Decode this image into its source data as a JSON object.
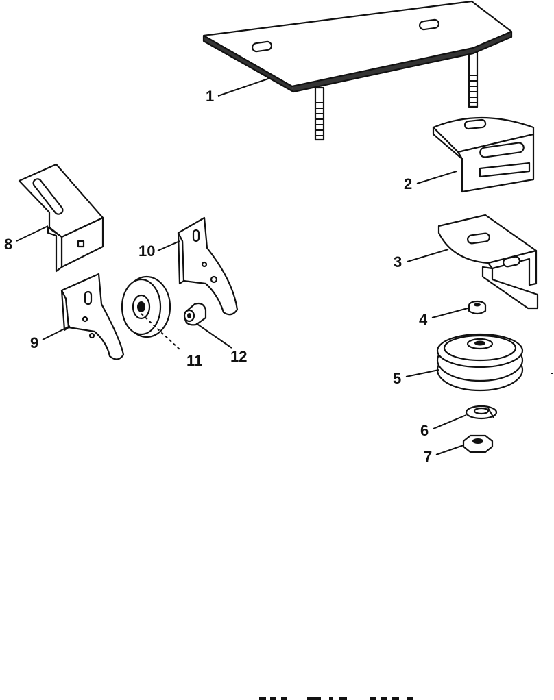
{
  "diagram": {
    "callouts": [
      {
        "id": "1",
        "label": "1",
        "part": "mounting-plate"
      },
      {
        "id": "2",
        "label": "2",
        "part": "upper-slotted-bracket"
      },
      {
        "id": "3",
        "label": "3",
        "part": "lower-slotted-bracket"
      },
      {
        "id": "4",
        "label": "4",
        "part": "spacer"
      },
      {
        "id": "5",
        "label": "5",
        "part": "double-groove-pulley"
      },
      {
        "id": "6",
        "label": "6",
        "part": "lock-washer"
      },
      {
        "id": "7",
        "label": "7",
        "part": "hex-nut"
      },
      {
        "id": "8",
        "label": "8",
        "part": "idler-mount-bracket"
      },
      {
        "id": "9",
        "label": "9",
        "part": "idler-arm-left"
      },
      {
        "id": "10",
        "label": "10",
        "part": "idler-arm-right"
      },
      {
        "id": "11",
        "label": "11",
        "part": "idler-pulley"
      },
      {
        "id": "12",
        "label": "12",
        "part": "idler-bushing"
      }
    ]
  }
}
